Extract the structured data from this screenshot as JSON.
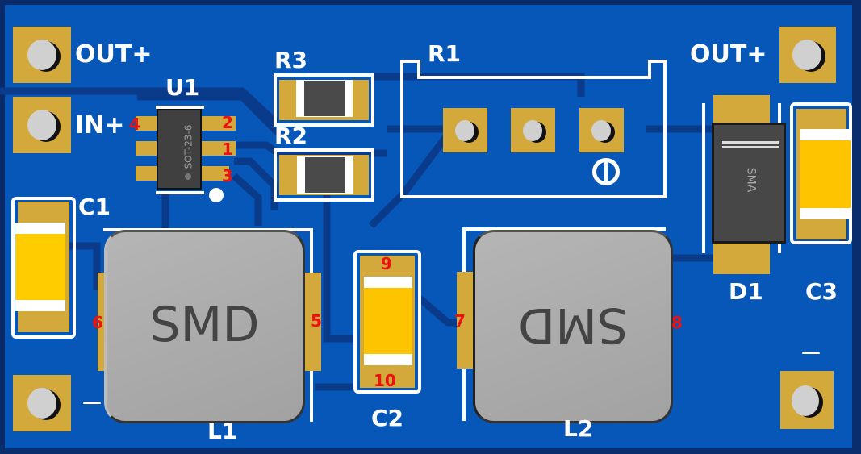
{
  "board": {
    "colors": {
      "soldermask": "#0757b8",
      "trace": "#0a3a8a",
      "pad": "#d4a93c",
      "silkscreen": "#ffffff",
      "pin_number": "#ee1111",
      "cap_body": "#ffc400",
      "inductor": "#aaaaaa"
    },
    "connectors": [
      {
        "id": "out-plus-left",
        "label": "OUT+"
      },
      {
        "id": "in-plus",
        "label": "IN+"
      },
      {
        "id": "minus-left",
        "label": "—"
      },
      {
        "id": "out-plus-right",
        "label": "OUT+"
      },
      {
        "id": "minus-right",
        "label": "—"
      }
    ],
    "components": {
      "U1": {
        "ref": "U1",
        "package": "SOT-23-6",
        "pins": [
          "4",
          "2",
          "1",
          "3"
        ]
      },
      "R1": {
        "ref": "R1"
      },
      "R2": {
        "ref": "R2"
      },
      "R3": {
        "ref": "R3"
      },
      "C1": {
        "ref": "C1"
      },
      "C2": {
        "ref": "C2",
        "pins": [
          "9",
          "10"
        ]
      },
      "C3": {
        "ref": "C3"
      },
      "D1": {
        "ref": "D1",
        "package": "SMA"
      },
      "L1": {
        "ref": "L1",
        "marking": "SMD",
        "pins": [
          "6",
          "5"
        ]
      },
      "L2": {
        "ref": "L2",
        "marking": "SMD",
        "pins": [
          "7",
          "8"
        ]
      }
    }
  }
}
